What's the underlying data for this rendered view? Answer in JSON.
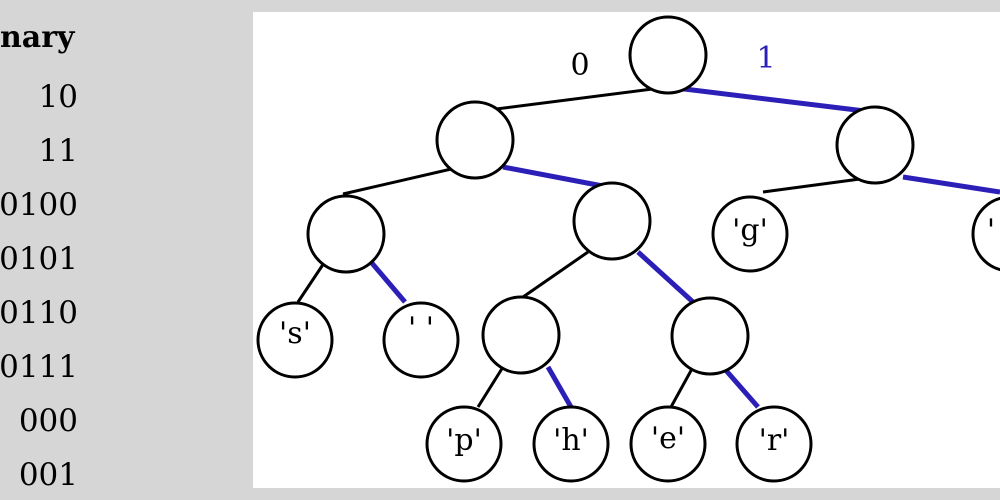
{
  "binary_table": {
    "header": "nary",
    "rows": [
      "10",
      "11",
      "0100",
      "0101",
      "0110",
      "0111",
      "000",
      "001"
    ]
  },
  "tree": {
    "edge_labels": {
      "zero": "0",
      "one": "1"
    },
    "colors": {
      "one_edge": "#2b1fb8",
      "zero_edge": "#000000"
    },
    "leaves": {
      "g": "'g'",
      "o_partial": "'",
      "s": "'s'",
      "space": "' '",
      "p": "'p'",
      "h": "'h'",
      "e": "'e'",
      "r": "'r'"
    }
  }
}
